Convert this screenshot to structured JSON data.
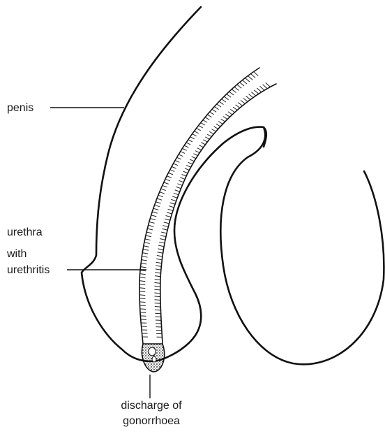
{
  "labels": {
    "penis": "penis",
    "urethra_line1": "urethra",
    "urethra_line2": "with",
    "urethra_line3": "urethritis",
    "discharge_line1": "discharge of",
    "discharge_line2": "gonorrhoea"
  },
  "colors": {
    "stroke": "#111111",
    "background": "#ffffff"
  }
}
